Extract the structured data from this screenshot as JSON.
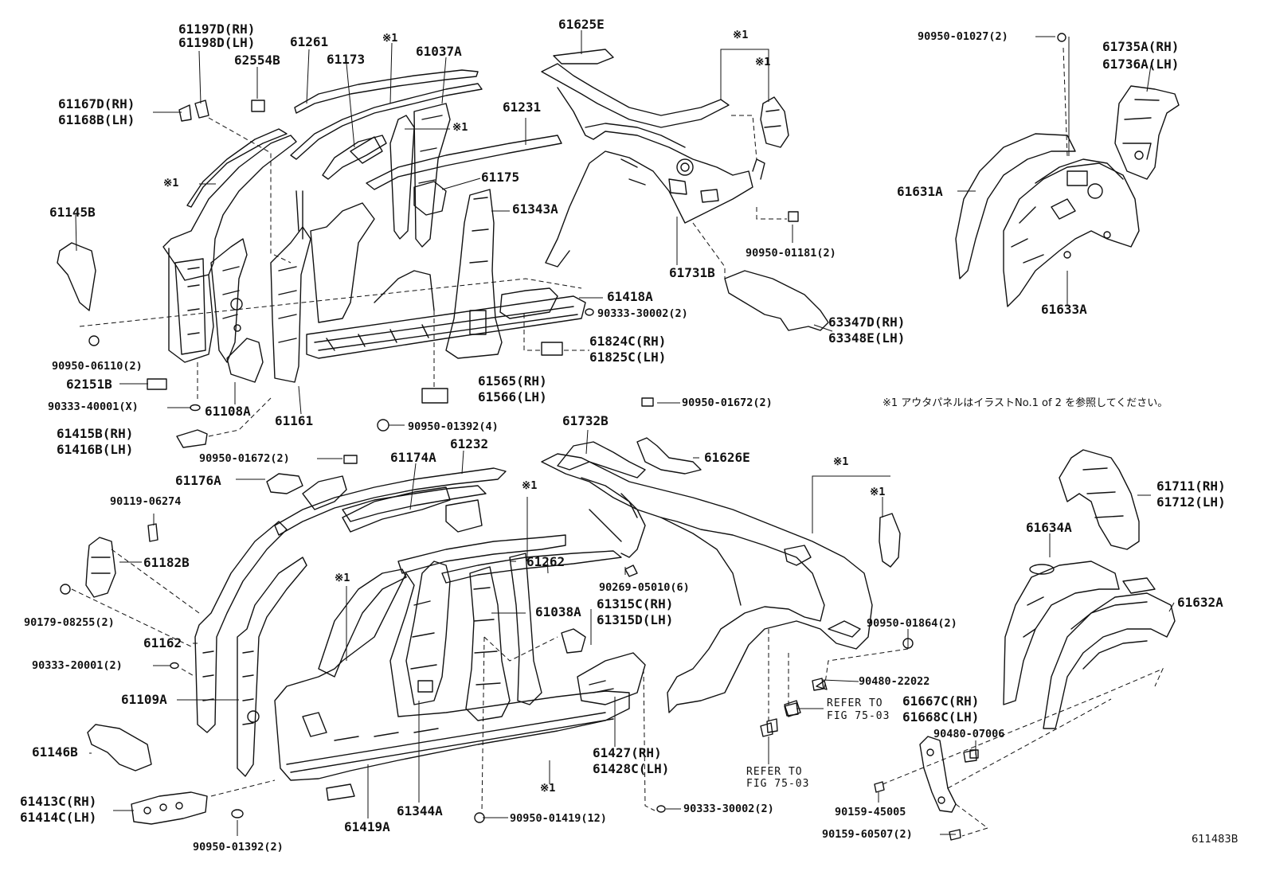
{
  "labels": {
    "p61197d": "61197D(RH)",
    "p61198d": "61198D(LH)",
    "p61261": "61261",
    "p62554b": "62554B",
    "p61173": "61173",
    "star1_a": "※1",
    "p61037a": "61037A",
    "p61625e": "61625E",
    "star1_b": "※1",
    "star1_c": "※1",
    "p90950_01027": "90950-01027(2)",
    "p61735a": "61735A(RH)",
    "p61736a": "61736A(LH)",
    "p61167d": "61167D(RH)",
    "p61168b": "61168B(LH)",
    "p61231": "61231",
    "star1_d": "※1",
    "p61175": "61175",
    "star1_e": "※1",
    "p61343a": "61343A",
    "p61631a": "61631A",
    "p61145b": "61145B",
    "p61731b": "61731B",
    "p90950_01181": "90950-01181(2)",
    "p61418a": "61418A",
    "p90333_30002_top": "90333-30002(2)",
    "p63347d": "63347D(RH)",
    "p63348e": "63348E(LH)",
    "p61633a": "61633A",
    "p61824c": "61824C(RH)",
    "p61825c": "61825C(LH)",
    "p90950_06110": "90950-06110(2)",
    "p62151b": "62151B",
    "p61565": "61565(RH)",
    "p61566": "61566(LH)",
    "p90333_40001": "90333-40001(X)",
    "p61108a": "61108A",
    "p61161": "61161",
    "p90950_01672_top": "90950-01672(2)",
    "note": "※1 アウタパネルはイラストNo.1 of 2 を参照してください。",
    "p61732b": "61732B",
    "p90950_01392_4": "90950-01392(4)",
    "p61415b": "61415B(RH)",
    "p61416b": "61416B(LH)",
    "p61232": "61232",
    "p61626e": "61626E",
    "p90950_01672_mid": "90950-01672(2)",
    "p61174a": "61174A",
    "star1_f": "※1",
    "p61176a": "61176A",
    "star1_g": "※1",
    "star1_h": "※1",
    "p61711": "61711(RH)",
    "p61712": "61712(LH)",
    "p90119_06274": "90119-06274",
    "p61182b": "61182B",
    "p61634a": "61634A",
    "star1_i": "※1",
    "p61262": "61262",
    "p90269_05010": "90269-05010(6)",
    "p61315c": "61315C(RH)",
    "p61315d": "61315D(LH)",
    "p90179_08255": "90179-08255(2)",
    "p61038a": "61038A",
    "p61632a": "61632A",
    "p90950_01864": "90950-01864(2)",
    "p61162": "61162",
    "p90333_20001": "90333-20001(2)",
    "p90480_22022": "90480-22022",
    "p61109a": "61109A",
    "refer1_a": "REFER TO",
    "refer1_b": "FIG 75-03",
    "p61667c": "61667C(RH)",
    "p61668c": "61668C(LH)",
    "p90480_07006": "90480-07006",
    "p61146b": "61146B",
    "p61427": "61427(RH)",
    "p61428c": "61428C(LH)",
    "refer2_a": "REFER TO",
    "refer2_b": "FIG 75-03",
    "star1_j": "※1",
    "p61413c": "61413C(RH)",
    "p61414c": "61414C(LH)",
    "p90333_30002_bot": "90333-30002(2)",
    "p90159_45005": "90159-45005",
    "p61419a": "61419A",
    "p61344a": "61344A",
    "p90950_01419": "90950-01419(12)",
    "p90159_60507": "90159-60507(2)",
    "p90950_01392_2": "90950-01392(2)",
    "sheet_id": "611483B"
  }
}
